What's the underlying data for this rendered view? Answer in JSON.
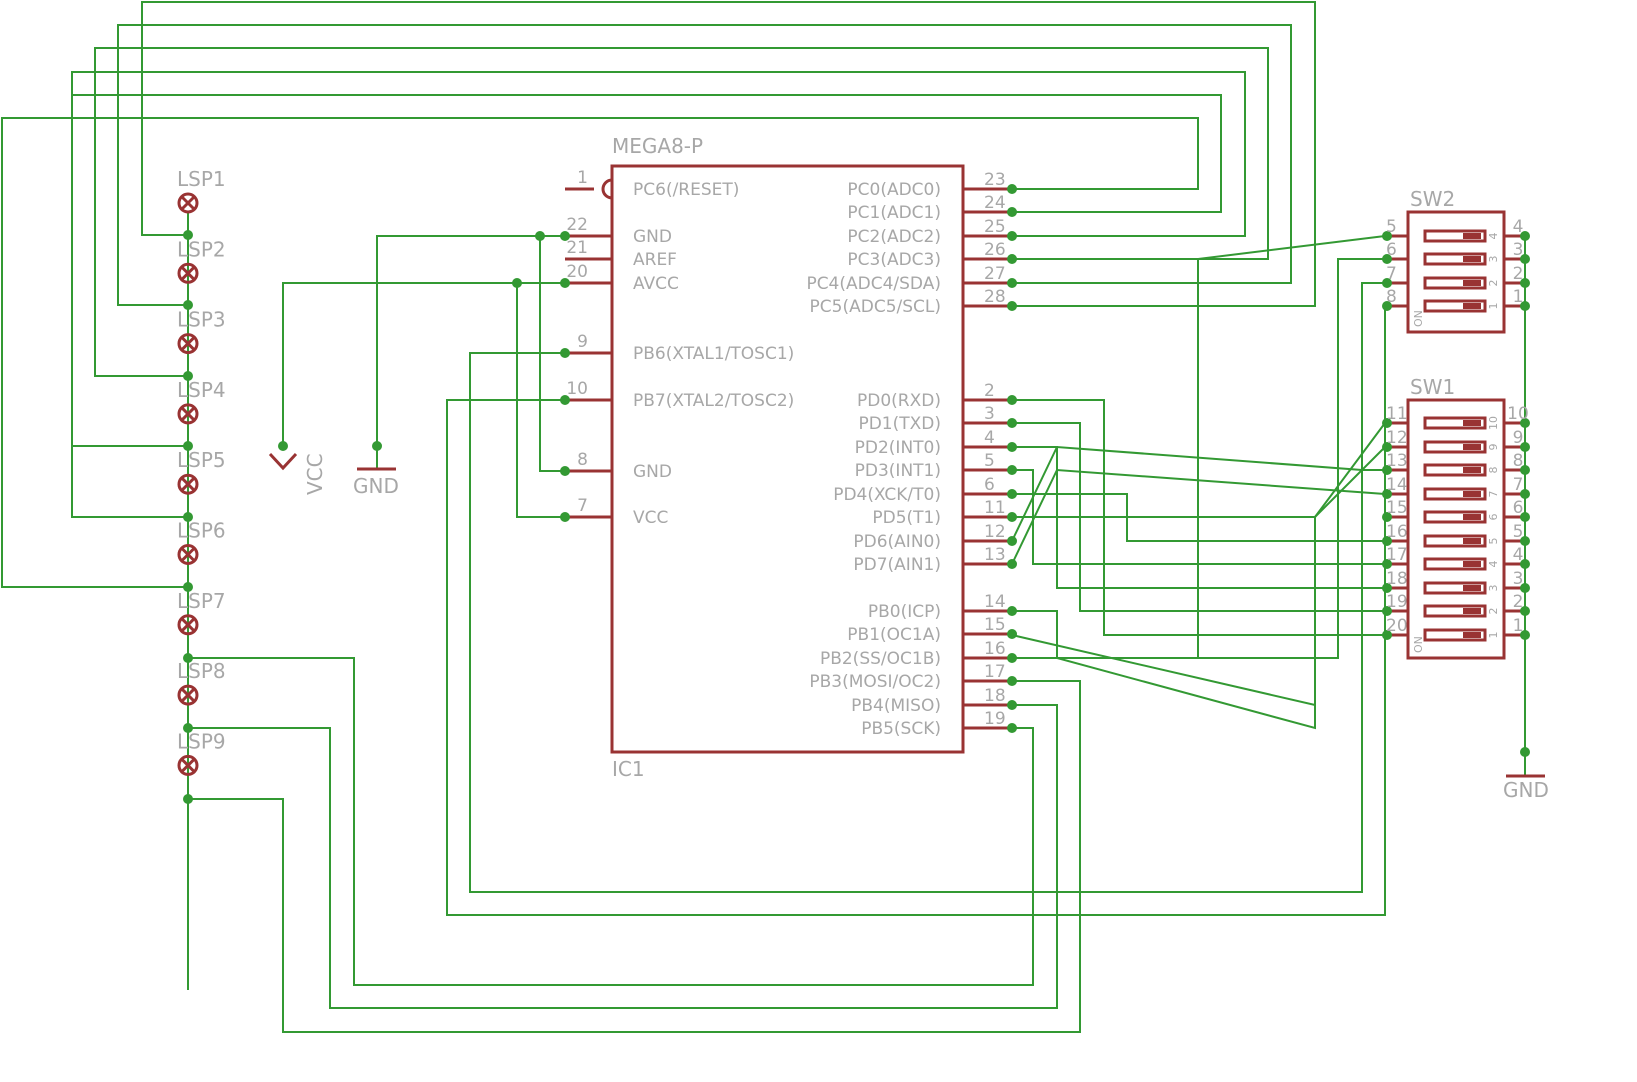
{
  "colors": {
    "wire": "#339933",
    "part": "#993333",
    "label": "#a7a7a7",
    "background": "#ffffff"
  },
  "ic": {
    "value": "MEGA8-P",
    "name": "IC1",
    "left_pins": [
      {
        "num": "1",
        "label": "PC6(/RESET)"
      },
      {
        "num": "22",
        "label": "GND"
      },
      {
        "num": "21",
        "label": "AREF"
      },
      {
        "num": "20",
        "label": "AVCC"
      },
      {
        "num": "9",
        "label": "PB6(XTAL1/TOSC1)"
      },
      {
        "num": "10",
        "label": "PB7(XTAL2/TOSC2)"
      },
      {
        "num": "8",
        "label": "GND"
      },
      {
        "num": "7",
        "label": "VCC"
      }
    ],
    "right_pins": [
      {
        "num": "23",
        "label": "PC0(ADC0)"
      },
      {
        "num": "24",
        "label": "PC1(ADC1)"
      },
      {
        "num": "25",
        "label": "PC2(ADC2)"
      },
      {
        "num": "26",
        "label": "PC3(ADC3)"
      },
      {
        "num": "27",
        "label": "PC4(ADC4/SDA)"
      },
      {
        "num": "28",
        "label": "PC5(ADC5/SCL)"
      },
      {
        "num": "2",
        "label": "PD0(RXD)"
      },
      {
        "num": "3",
        "label": "PD1(TXD)"
      },
      {
        "num": "4",
        "label": "PD2(INT0)"
      },
      {
        "num": "5",
        "label": "PD3(INT1)"
      },
      {
        "num": "6",
        "label": "PD4(XCK/T0)"
      },
      {
        "num": "11",
        "label": "PD5(T1)"
      },
      {
        "num": "12",
        "label": "PD6(AIN0)"
      },
      {
        "num": "13",
        "label": "PD7(AIN1)"
      },
      {
        "num": "14",
        "label": "PB0(ICP)"
      },
      {
        "num": "15",
        "label": "PB1(OC1A)"
      },
      {
        "num": "16",
        "label": "PB2(SS/OC1B)"
      },
      {
        "num": "17",
        "label": "PB3(MOSI/OC2)"
      },
      {
        "num": "18",
        "label": "PB4(MISO)"
      },
      {
        "num": "19",
        "label": "PB5(SCK)"
      }
    ]
  },
  "leds": [
    "LSP1",
    "LSP2",
    "LSP3",
    "LSP4",
    "LSP5",
    "LSP6",
    "LSP7",
    "LSP8",
    "LSP9"
  ],
  "power": {
    "vcc": "VCC",
    "gnd_left": "GND",
    "gnd_right": "GND"
  },
  "sw2": {
    "name": "SW2",
    "left_pins": [
      "5",
      "6",
      "7",
      "8"
    ],
    "right_pins": [
      "4",
      "3",
      "2",
      "1"
    ],
    "switch_numbers": [
      "4",
      "3",
      "2",
      "1"
    ],
    "on_label": "ON"
  },
  "sw1": {
    "name": "SW1",
    "left_pins": [
      "11",
      "12",
      "13",
      "14",
      "15",
      "16",
      "17",
      "18",
      "19",
      "20"
    ],
    "right_pins": [
      "10",
      "9",
      "8",
      "7",
      "6",
      "5",
      "4",
      "3",
      "2",
      "1"
    ],
    "switch_numbers": [
      "10",
      "9",
      "8",
      "7",
      "6",
      "5",
      "4",
      "3",
      "2",
      "1"
    ],
    "on_label": "ON"
  }
}
